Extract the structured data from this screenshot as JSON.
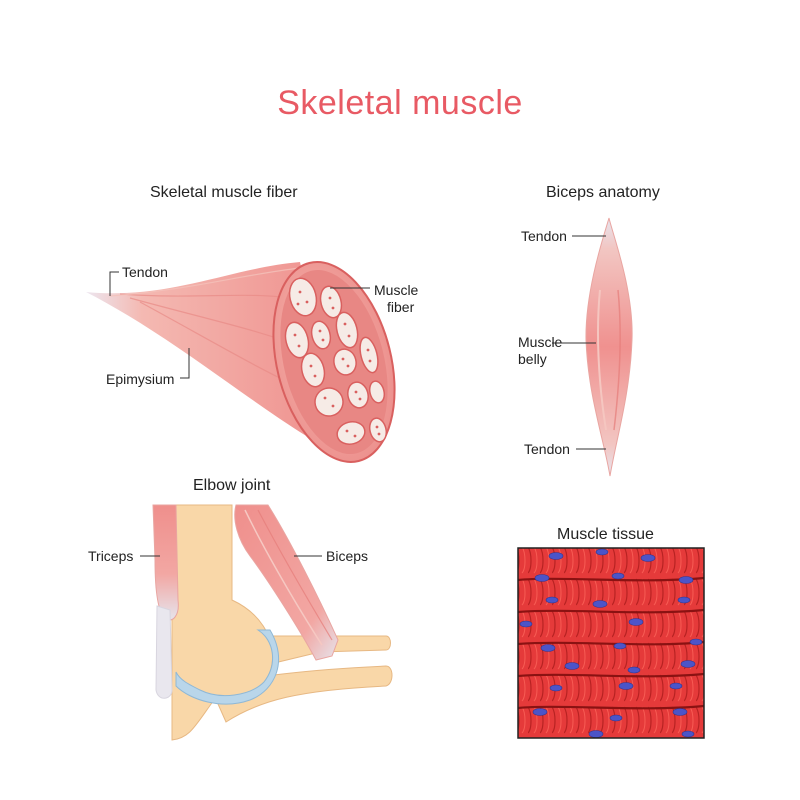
{
  "title": "Skeletal muscle",
  "colors": {
    "title": "#e85a64",
    "muscle": "#ef8f8c",
    "muscle_dark": "#d9605f",
    "muscle_light": "#f6c2bb",
    "tendon": "#e3e1ea",
    "bone": "#f9d7a8",
    "cartilage": "#b9d6ea",
    "tissue_red": "#e53a3a",
    "nucleus": "#4c54c8"
  },
  "sections": {
    "fiber": {
      "heading": "Skeletal muscle fiber",
      "labels": {
        "tendon": "Tendon",
        "muscle_fiber_1": "Muscle",
        "muscle_fiber_2": "fiber",
        "epimysium": "Epimysium"
      }
    },
    "biceps": {
      "heading": "Biceps anatomy",
      "labels": {
        "tendon_top": "Tendon",
        "belly_1": "Muscle",
        "belly_2": "belly",
        "tendon_bottom": "Tendon"
      }
    },
    "elbow": {
      "heading": "Elbow joint",
      "labels": {
        "triceps": "Triceps",
        "biceps": "Biceps"
      }
    },
    "tissue": {
      "heading": "Muscle tissue"
    }
  }
}
